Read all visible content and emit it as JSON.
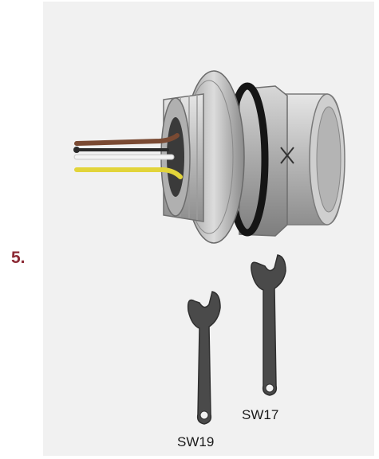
{
  "step": {
    "number": "5."
  },
  "wrenches": [
    {
      "label": "SW19"
    },
    {
      "label": "SW17"
    }
  ],
  "colors": {
    "step_number": "#8c2a35",
    "background_panel": "#f1f1f1",
    "wire_brown": "#7a4a33",
    "wire_white": "#f4f4f4",
    "wire_yellow": "#e2d43a",
    "wire_black": "#2a2a2a",
    "wrench": "#4a4a4a"
  }
}
